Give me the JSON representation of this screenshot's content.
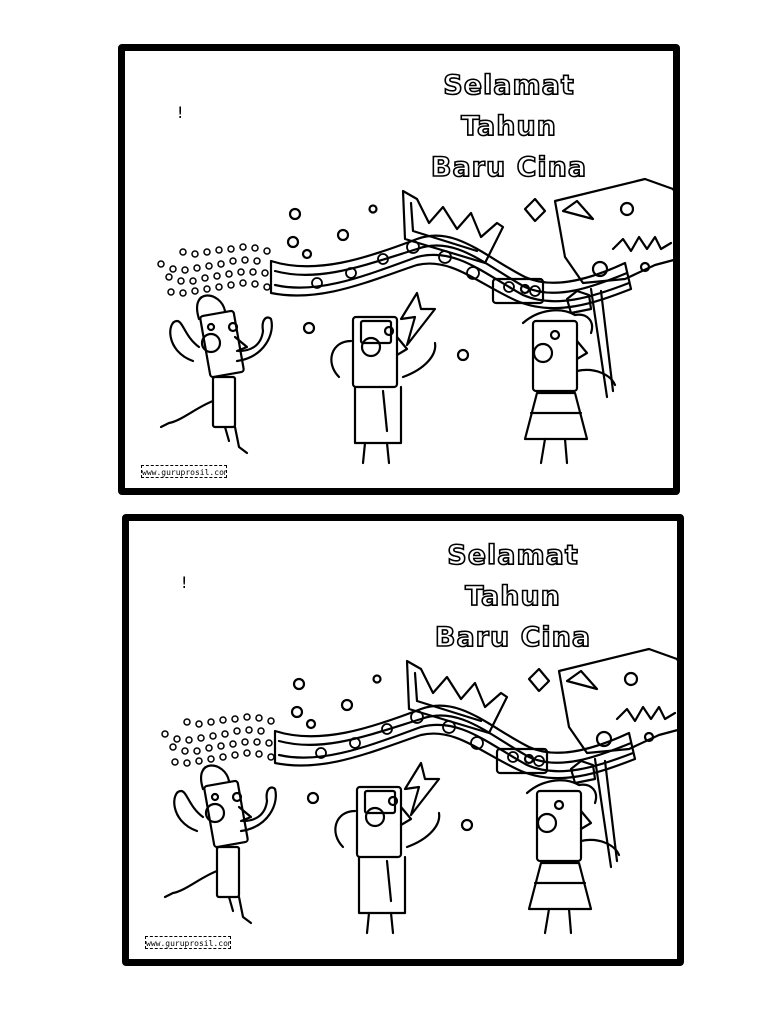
{
  "cards": [
    {
      "title_line1": "Selamat",
      "title_line2": "Tahun",
      "title_line3": "Baru Cina",
      "mark": "!",
      "credit": "www.guruprosil.com"
    },
    {
      "title_line1": "Selamat",
      "title_line2": "Tahun",
      "title_line3": "Baru Cina",
      "mark": "!",
      "credit": "www.guruprosil.com"
    }
  ]
}
